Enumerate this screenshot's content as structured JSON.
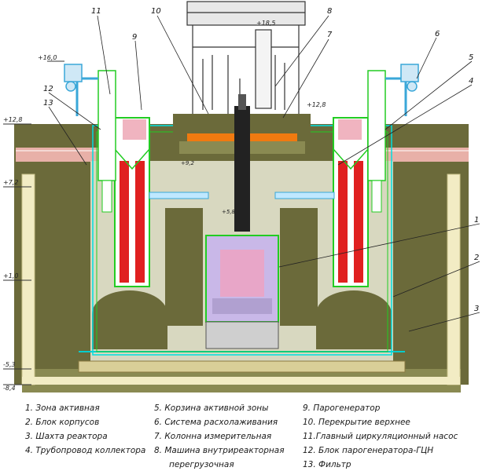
{
  "elevations": {
    "plus_18_5": "+18,5",
    "plus_16_0": "+16,0",
    "plus_12_8_left": "+12,8",
    "plus_12_8_right": "+12,8",
    "plus_9_2": "+9,2",
    "plus_7_2": "+7,2",
    "plus_5_8": "+5,8",
    "plus_1_0": "+1,0",
    "minus_5_3": "-5,3",
    "minus_8_4": "-8,4"
  },
  "callouts": {
    "n1": "1",
    "n2": "2",
    "n3": "3",
    "n4": "4",
    "n5": "5",
    "n6": "6",
    "n7": "7",
    "n8": "8",
    "n9": "9",
    "n10": "10",
    "n11": "11",
    "n12": "12",
    "n13": "13"
  },
  "legend": [
    "1. Зона активная",
    "2. Блок корпусов",
    "3. Шахта реактора",
    "4. Трубопровод коллектора",
    "5. Корзина активной зоны",
    "6. Система расхолаживания",
    "7. Колонна измерительная",
    "8. Машина внутриреакторная",
    "перегрузочная",
    "9. Парогенератор",
    "10. Перекрытие верхнее",
    "11.Главный циркуляционный насос",
    "12. Блок парогенератора-ГЦН",
    "13. Фильтр"
  ],
  "colors": {
    "concrete": "#6b6a3a",
    "concrete_light": "#8a8a52",
    "pit_wall": "#f2ecc4",
    "cyan": "#00e0e0",
    "green": "#22cc22",
    "red": "#e02020",
    "orange": "#f07a10",
    "pink": "#f0b4c0",
    "dark": "#1a1a1a"
  }
}
